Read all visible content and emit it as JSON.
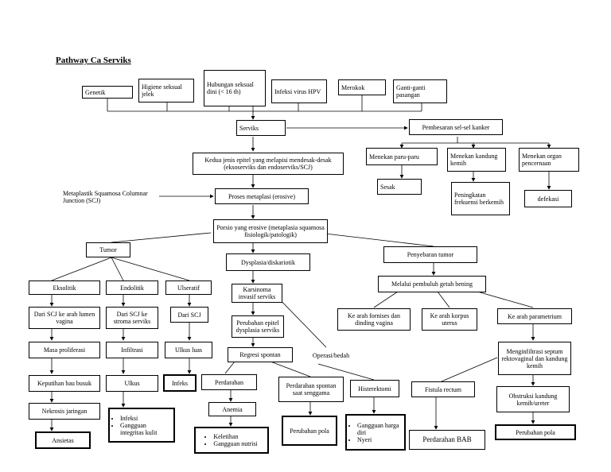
{
  "title": "Pathway Ca Serviks",
  "nodes": {
    "genetik": "Genetik",
    "higiene": "Higiene seksual jelek",
    "hubungan": "Hubungan seksual dini (< 16 th)",
    "hpv": "Infeksi virus HPV",
    "merokok": "Merokok",
    "ganti": "Ganti-ganti pasangan",
    "serviks": "Serviks",
    "pembesaran": "Pembesaran sel-sel kanker",
    "kedua": "Kedua jenis epitel yang melapisi mendesak-desak (eksoserviks dan endoserviks/SCJ)",
    "metaplastik": "Metaplastik Squamosa Columnar Junction (SCJ)",
    "proses": "Proses metaplasi (erosive)",
    "paru": "Menekan paru-paru",
    "sesak": "Sesak",
    "kandung": "Menekan kandung kemih",
    "peningkatan": "Peningkatan frekuensi berkemih",
    "organ": "Menekan organ pencernaan",
    "defekasi": "defekasi",
    "porsio": "Porsio yang erosive (metaplasia squamosa fisiologik/patologik)",
    "tumor": "Tumor",
    "dysplasia": "Dysplasia/diskariotik",
    "penyebaran": "Penyebaran tumor",
    "eksolitik": "Eksolitik",
    "endolitik": "Endolitik",
    "ulseratif": "Ulseratif",
    "karsinoma": "Karsinoma invasif serviks",
    "melalui": "Melalui pembuluh getah bening",
    "scj_lumen": "Dari SCJ ke arah lumen vagina",
    "scj_stroma": "Dari SCJ ke stroma serviks",
    "scj": "Dari SCJ",
    "perubahan_epitel": "Perubahan epitel dysplasia serviks",
    "fornises": "Ke arah fornises dan dinding vagina",
    "korpus": "Ke arah korpus uterus",
    "parametrium": "Ke arah parametrium",
    "masa": "Masa proliferasi",
    "infiltrasi": "Infiltrasi",
    "ulkus_luas": "Ulkus luas",
    "regresi": "Regresi spontan",
    "operasi": "Operasi/bedah",
    "menginfiltrasi": "Menginfiltrasi septum rektovaginal dan kandung kemih",
    "keputihan": "Keputihan bau busuk",
    "ulkus": "Ulkus",
    "infeks": "Infeks",
    "perdarahan": "Perdarahan",
    "perdarahan_spontan": "Perdarahan spontan saat senggama",
    "histerektomi": "Histerektomi",
    "fistula": "Fistula rectum",
    "obstruksi": "Obstruksi kandung kemih/ureter",
    "nekrosis": "Nekrosis jaringan",
    "anemia": "Anemia",
    "ansietas": "Ansietas",
    "perubahan_pola1": "Perubahan pola",
    "perdarahan_bab": "Perdarahan BAB",
    "perubahan_pola2": "Perubahan pola"
  },
  "lists": {
    "ulkus_out": [
      "Infeksi",
      "Gangguan integritas kulit"
    ],
    "anemia_out": [
      "Keletihan",
      "Gangguan nutrisi"
    ],
    "histerektomi_out": [
      "Gangguan harga diri",
      "Nyeri"
    ]
  }
}
